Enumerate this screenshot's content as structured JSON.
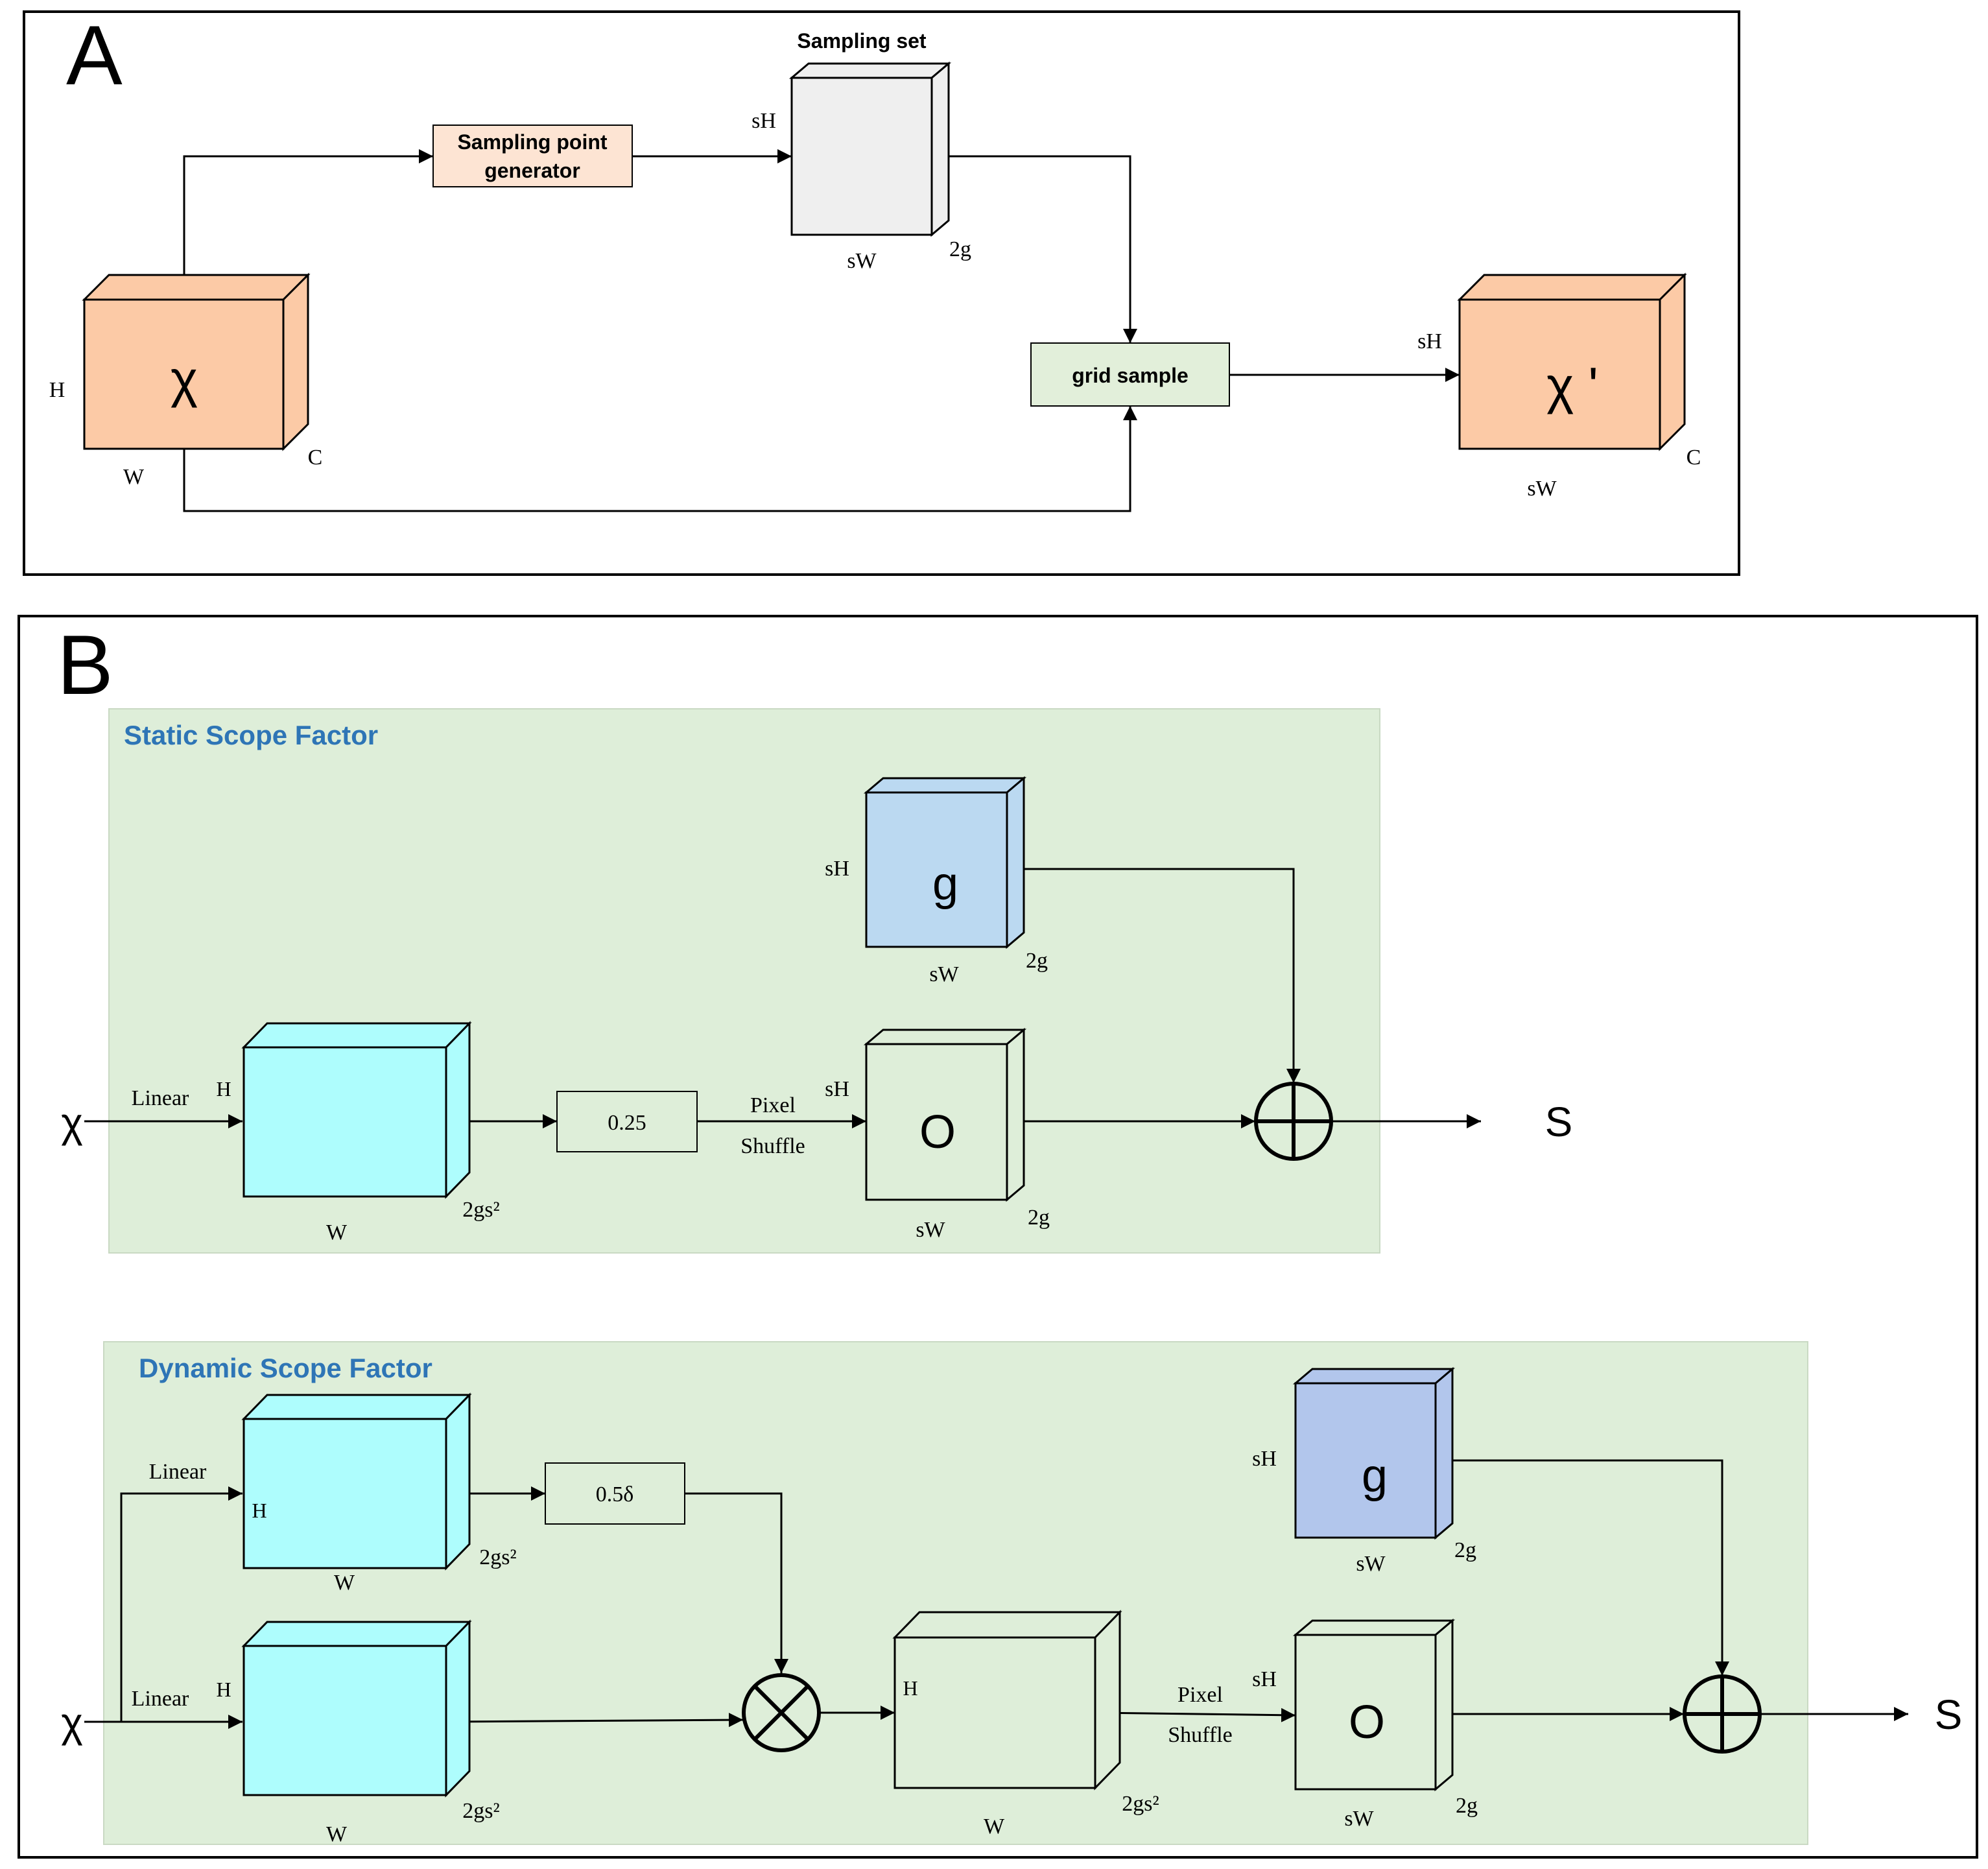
{
  "colors": {
    "peach": "#fccaa6",
    "peach_box": "#fde4d3",
    "gray_cube": "#efefef",
    "grid_box": "#e2efda",
    "region_green": "#deeed9",
    "cyan": "#aefdfd",
    "blue_g1": "#bbd9f1",
    "blue_g2": "#b2c6ec",
    "label_blue": "#2e75b6"
  },
  "panel_a": {
    "letter": "A",
    "sampling_point_generator": [
      "Sampling point",
      "generator"
    ],
    "sampling_set_title": "Sampling set",
    "grid_sample": "grid sample",
    "input_cube": {
      "symbol": "χ",
      "h": "H",
      "w": "W",
      "c": "C"
    },
    "sampling_cube": {
      "h": "sH",
      "w": "sW",
      "d": "2g"
    },
    "output_cube": {
      "symbol": "χ '",
      "h": "sH",
      "w": "sW",
      "c": "C"
    }
  },
  "panel_b": {
    "letter": "B",
    "static": {
      "title": "Static Scope Factor",
      "input": "χ",
      "linear": "Linear",
      "feature_cube": {
        "h": "H",
        "w": "W",
        "d": "2gs²"
      },
      "scale_box": "0.25",
      "pixel_shuffle": [
        "Pixel",
        "Shuffle"
      ],
      "o_cube": {
        "symbol": "O",
        "h": "sH",
        "w": "sW",
        "d": "2g"
      },
      "g_cube": {
        "symbol": "g",
        "h": "sH",
        "w": "sW",
        "d": "2g"
      },
      "output": "S"
    },
    "dynamic": {
      "title": "Dynamic Scope Factor",
      "input": "χ",
      "linear_top": "Linear",
      "linear_bottom": "Linear",
      "top_cube": {
        "h": "H",
        "w": "W",
        "d": "2gs²"
      },
      "bottom_cube": {
        "h": "H",
        "w": "W",
        "d": "2gs²"
      },
      "scale_box": "0.5δ",
      "product_cube": {
        "h": "H",
        "w": "W",
        "d": "2gs²"
      },
      "pixel_shuffle": [
        "Pixel",
        "Shuffle"
      ],
      "o_cube": {
        "symbol": "O",
        "h": "sH",
        "w": "sW",
        "d": "2g"
      },
      "g_cube": {
        "symbol": "g",
        "h": "sH",
        "w": "sW",
        "d": "2g"
      },
      "output": "S"
    }
  }
}
